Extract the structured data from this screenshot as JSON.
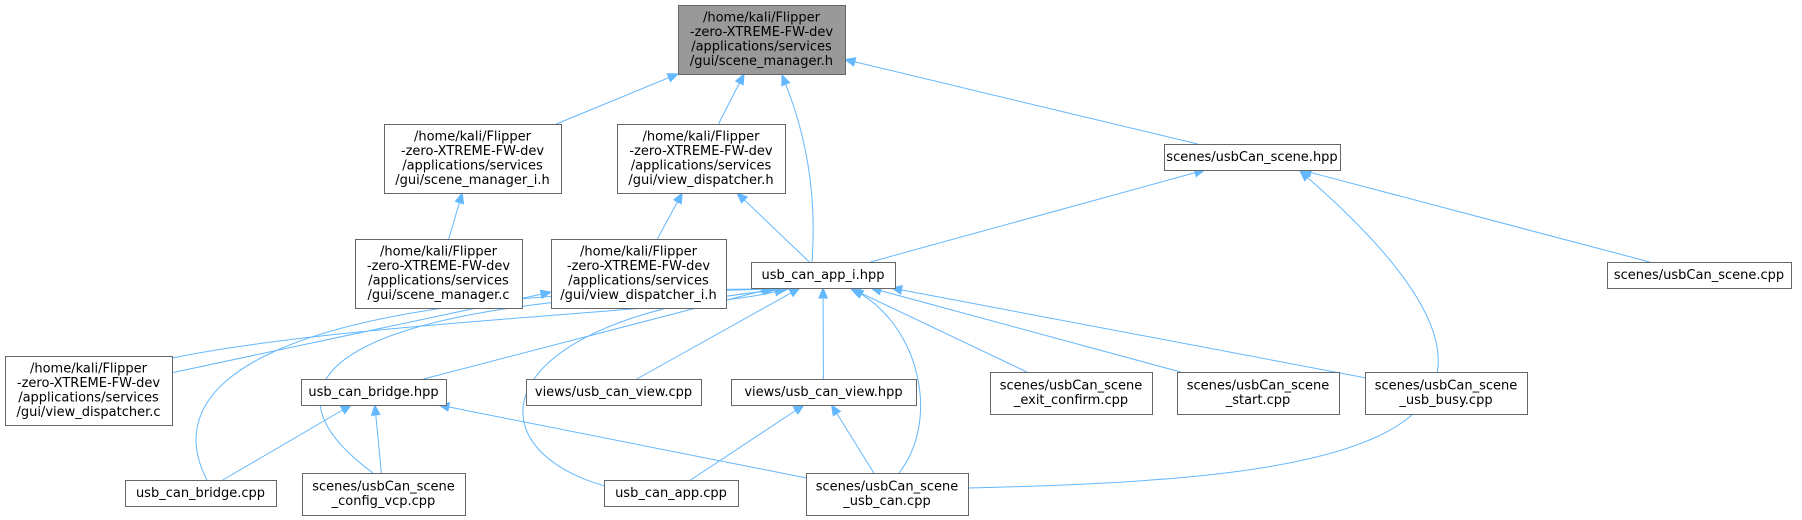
{
  "graph": {
    "title": "",
    "nodes": [
      {
        "id": "scene_manager_h",
        "lines": [
          "/home/kali/Flipper",
          "-zero-XTREME-FW-dev",
          "/applications/services",
          "/gui/scene_manager.h"
        ],
        "root": true
      },
      {
        "id": "scene_manager_i_h",
        "lines": [
          "/home/kali/Flipper",
          "-zero-XTREME-FW-dev",
          "/applications/services",
          "/gui/scene_manager_i.h"
        ]
      },
      {
        "id": "view_dispatcher_h",
        "lines": [
          "/home/kali/Flipper",
          "-zero-XTREME-FW-dev",
          "/applications/services",
          "/gui/view_dispatcher.h"
        ]
      },
      {
        "id": "usbcan_scene_hpp",
        "lines": [
          "scenes/usbCan_scene.hpp"
        ]
      },
      {
        "id": "scene_manager_c",
        "lines": [
          "/home/kali/Flipper",
          "-zero-XTREME-FW-dev",
          "/applications/services",
          "/gui/scene_manager.c"
        ]
      },
      {
        "id": "view_dispatcher_i_h",
        "lines": [
          "/home/kali/Flipper",
          "-zero-XTREME-FW-dev",
          "/applications/services",
          "/gui/view_dispatcher_i.h"
        ]
      },
      {
        "id": "usb_can_app_i_hpp",
        "lines": [
          "usb_can_app_i.hpp"
        ]
      },
      {
        "id": "usbcan_scene_cpp",
        "lines": [
          "scenes/usbCan_scene.cpp"
        ]
      },
      {
        "id": "view_dispatcher_c",
        "lines": [
          "/home/kali/Flipper",
          "-zero-XTREME-FW-dev",
          "/applications/services",
          "/gui/view_dispatcher.c"
        ]
      },
      {
        "id": "usb_can_bridge_hpp",
        "lines": [
          "usb_can_bridge.hpp"
        ]
      },
      {
        "id": "views_usb_can_view_cpp",
        "lines": [
          "views/usb_can_view.cpp"
        ]
      },
      {
        "id": "views_usb_can_view_hpp",
        "lines": [
          "views/usb_can_view.hpp"
        ]
      },
      {
        "id": "scene_exit_confirm",
        "lines": [
          "scenes/usbCan_scene",
          "_exit_confirm.cpp"
        ]
      },
      {
        "id": "scene_start",
        "lines": [
          "scenes/usbCan_scene",
          "_start.cpp"
        ]
      },
      {
        "id": "scene_usb_busy",
        "lines": [
          "scenes/usbCan_scene",
          "_usb_busy.cpp"
        ]
      },
      {
        "id": "usb_can_bridge_cpp",
        "lines": [
          "usb_can_bridge.cpp"
        ]
      },
      {
        "id": "scene_config_vcp",
        "lines": [
          "scenes/usbCan_scene",
          "_config_vcp.cpp"
        ]
      },
      {
        "id": "usb_can_app_cpp",
        "lines": [
          "usb_can_app.cpp"
        ]
      },
      {
        "id": "scene_usb_can",
        "lines": [
          "scenes/usbCan_scene",
          "_usb_can.cpp"
        ]
      }
    ],
    "edges": [
      {
        "from": "scene_manager_i_h",
        "to": "scene_manager_h"
      },
      {
        "from": "view_dispatcher_h",
        "to": "scene_manager_h"
      },
      {
        "from": "usb_can_app_i_hpp",
        "to": "scene_manager_h"
      },
      {
        "from": "usbcan_scene_hpp",
        "to": "scene_manager_h"
      },
      {
        "from": "scene_manager_c",
        "to": "scene_manager_i_h"
      },
      {
        "from": "view_dispatcher_i_h",
        "to": "view_dispatcher_h"
      },
      {
        "from": "usb_can_app_i_hpp",
        "to": "view_dispatcher_h"
      },
      {
        "from": "usb_can_app_i_hpp",
        "to": "usbcan_scene_hpp"
      },
      {
        "from": "usbcan_scene_cpp",
        "to": "usbcan_scene_hpp"
      },
      {
        "from": "scene_usb_can",
        "to": "usbcan_scene_hpp"
      },
      {
        "from": "view_dispatcher_c",
        "to": "view_dispatcher_i_h"
      },
      {
        "from": "view_dispatcher_c",
        "to": "usb_can_app_i_hpp"
      },
      {
        "from": "usb_can_bridge_hpp",
        "to": "usb_can_app_i_hpp"
      },
      {
        "from": "views_usb_can_view_cpp",
        "to": "usb_can_app_i_hpp"
      },
      {
        "from": "views_usb_can_view_hpp",
        "to": "usb_can_app_i_hpp"
      },
      {
        "from": "scene_exit_confirm",
        "to": "usb_can_app_i_hpp"
      },
      {
        "from": "scene_start",
        "to": "usb_can_app_i_hpp"
      },
      {
        "from": "scene_usb_busy",
        "to": "usb_can_app_i_hpp"
      },
      {
        "from": "usb_can_bridge_cpp",
        "to": "usb_can_app_i_hpp"
      },
      {
        "from": "scene_config_vcp",
        "to": "usb_can_app_i_hpp"
      },
      {
        "from": "usb_can_app_cpp",
        "to": "usb_can_app_i_hpp"
      },
      {
        "from": "scene_usb_can",
        "to": "usb_can_app_i_hpp"
      },
      {
        "from": "usb_can_bridge_cpp",
        "to": "usb_can_bridge_hpp"
      },
      {
        "from": "scene_config_vcp",
        "to": "usb_can_bridge_hpp"
      },
      {
        "from": "scene_usb_can",
        "to": "usb_can_bridge_hpp"
      },
      {
        "from": "usb_can_app_cpp",
        "to": "views_usb_can_view_hpp"
      },
      {
        "from": "scene_usb_can",
        "to": "views_usb_can_view_hpp"
      }
    ]
  },
  "colors": {
    "edge": "#63b8ff",
    "node_border": "#666666",
    "node_fill": "#ffffff",
    "root_fill": "#999999",
    "text": "#000000"
  }
}
